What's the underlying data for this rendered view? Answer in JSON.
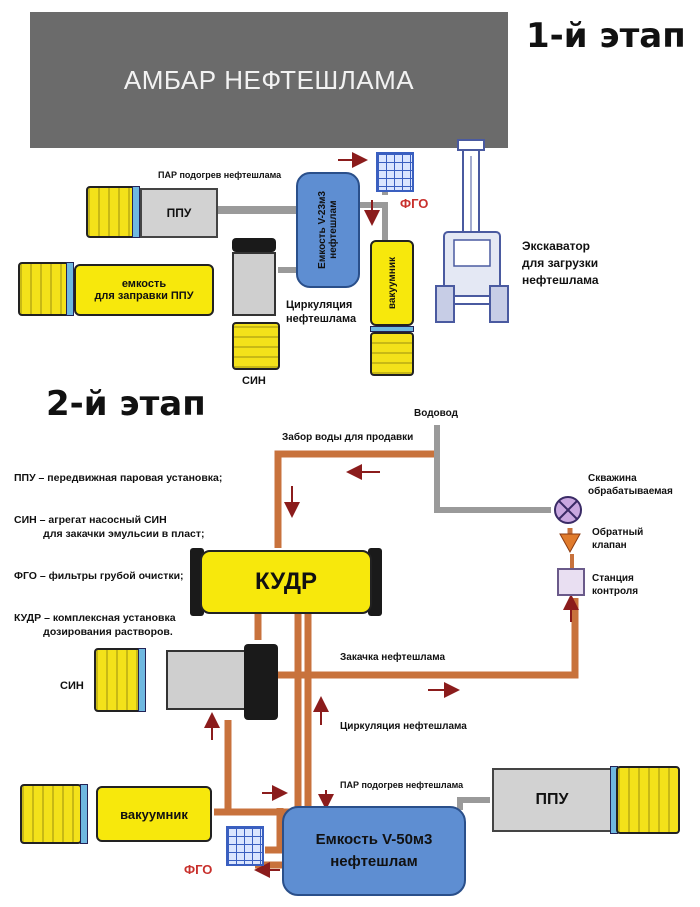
{
  "stage1": {
    "title": "1-й этап",
    "barn_label": "АМБАР НЕФТЕШЛАМА",
    "steam_label": "ПАР подогрев нефтешлама",
    "ppu_label": "ППУ",
    "tank_fill_label": "емкость\nдля заправки ППУ",
    "tank_v23_label": "Емкость V-23м3\nнефтешлам",
    "fgo_label": "ФГО",
    "vacuum_label": "вакуумник",
    "excavator_label": "Экскаватор\nдля загрузки\nнефтешлама",
    "circulation_label": "Циркуляция\nнефтешлама",
    "sin_label": "СИН"
  },
  "stage2": {
    "title": "2-й этап",
    "legend": [
      "ППУ – передвижная паровая установка;",
      "СИН – агрегат насосный СИН\n          для закачки эмульсии в пласт;",
      "ФГО – фильтры грубой очистки;",
      "КУДР – комплексная установка\n          дозирования растворов."
    ],
    "water_line_label": "Водовод",
    "water_intake_label": "Забор воды для продавки",
    "well_label": "Скважина\nобрабатываемая",
    "check_valve_label": "Обратный\nклапан",
    "control_station_label": "Станция\nконтроля",
    "kudr_label": "КУДР",
    "injection_label": "Закачка нефтешлама",
    "sin_label": "СИН",
    "circulation_label": "Циркуляция нефтешлама",
    "steam_label": "ПАР подогрев нефтешлама",
    "ppu_label": "ППУ",
    "vacuum_label": "вакуумник",
    "tank_v50_label": "Емкость V-50м3\nнефтешлам",
    "fgo_label": "ФГО"
  },
  "colors": {
    "pipe_copper": "#c8723c",
    "pipe_gray": "#9a9a9a",
    "arrow_red": "#8b1c1c",
    "tank_yellow": "#f7e80c",
    "tank_blue": "#5e8ed2",
    "barn_gray": "#6b6b6b"
  }
}
